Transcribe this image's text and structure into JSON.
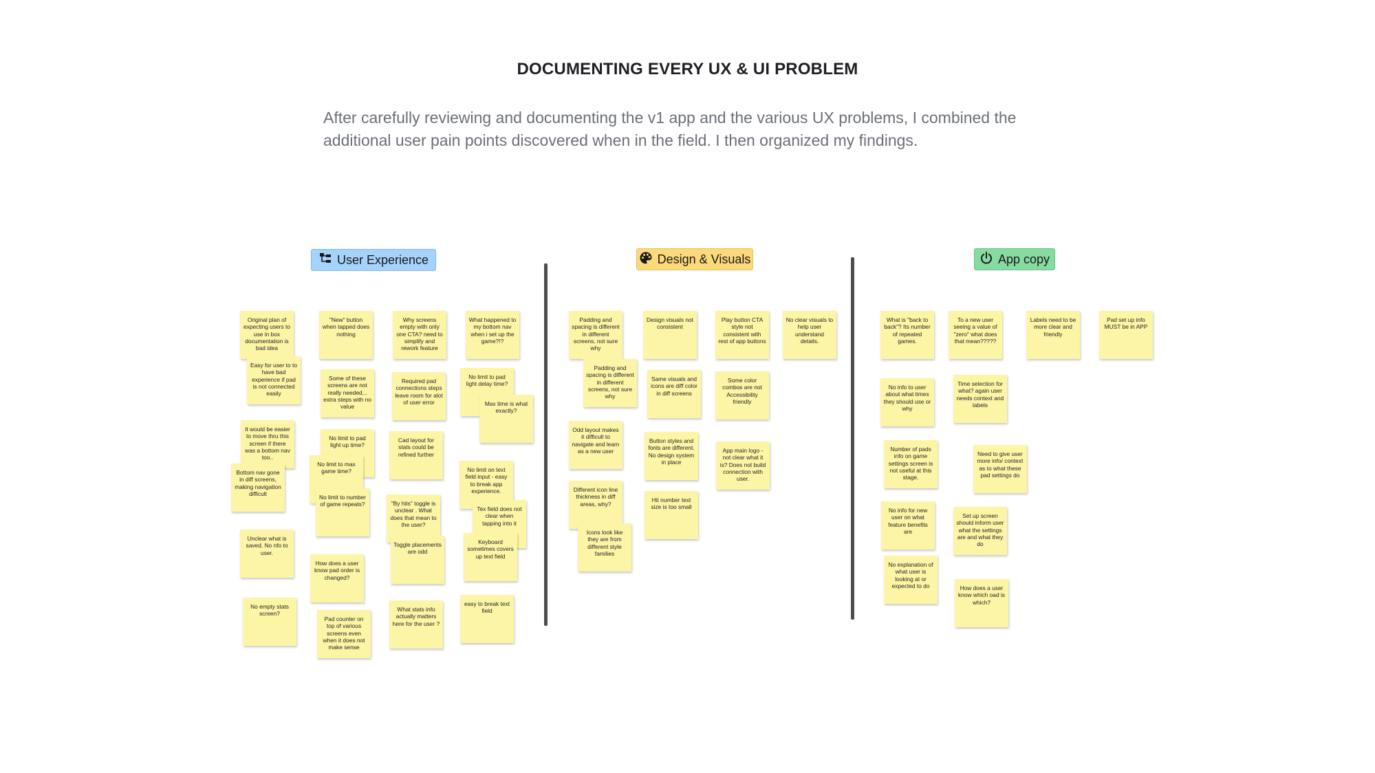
{
  "page": {
    "title": "DOCUMENTING EVERY UX & UI PROBLEM",
    "subtitle": "After carefully reviewing and documenting the v1 app and the various UX problems, I combined the additional user pain points discovered when in the field. I then organized my findings."
  },
  "categories": {
    "ux": {
      "label": "User Experience",
      "icon": "flowchart-icon",
      "color": "#a5d3fb"
    },
    "design": {
      "label": "Design & Visuals",
      "icon": "palette-icon",
      "color": "#fcd97a"
    },
    "copy": {
      "label": "App copy",
      "icon": "power-icon",
      "color": "#87dba1"
    }
  },
  "notes": {
    "ux": [
      "Original plan of expecting users to use in box documentation is bad idea",
      "Easy for user to to have bad experience if pad is not connected easily",
      "It would be easier to move thru this screen if there was a bottom nav too..",
      "Bottom nav gone in diff screens, making navigation difficult",
      "Unclear what is saved. No nfo to user.",
      "No empty stats screen?",
      "\"New\" button when tapped does nothing",
      "Some of these screens are not really needed... extra steps with no value",
      "No limit to pad light up time?",
      "No limit to max game time?",
      "No limit to number of game repeats?",
      "How does a user know pad order is changed?",
      "Pad counter on top of various screens even when it does not make sense",
      "Why screens empty with only one CTA? need to simplify and rework feature",
      "Required pad connections steps leave room for alot of user error",
      "Cad layout for stats could be refined further",
      "\"By hits\" toggle is unclear . What does that mean to the user?",
      "Toggle placements are odd",
      "What stats info actually matters here for the user ?",
      "What happened to my bottom nav when i set up the game?!?",
      "No limit to pad light delay time?",
      "Max time is what exactly?",
      "No limit on text field input - easy to break app experience.",
      "Tex field does not clear when tapping into it",
      "Keyboard sometimes covers up text field",
      "easy to break text field"
    ],
    "design": [
      "Padding and spacing is different in different screens, not sure why",
      "Padding and spacing is different in different screens, not sure why",
      "Odd layout makes it difficult to navigate and learn as a new user",
      "Different icon line thickness in diff areas, why?",
      "Icons look like they are from different style families",
      "Design visuals not consistent",
      "Same visuals and icons are diff color in diff screens",
      "Button styles and fonts are different. No design system in place",
      "Hit number text size is too small",
      "Play button CTA style not consistent with rest of app buttons",
      "Some color combos are not Accessibility friendly",
      "App main logo - not clear what it is? Does not build connection with user.",
      "No clear visuals to help user understand details."
    ],
    "copy": [
      "What is \"back to back\"? Its number of repeated games.",
      "No info to user about what times they should use or why",
      "Number of pads info on game settings screen is not useful at this stage.",
      "No info for new user on what feature benefits are",
      "No explanation of what user is looking at or expected to do",
      "To a new user seeing a value of \"zero\" what does that mean?????",
      "Time selection for what? again user needs context and labels",
      "Need to give user more info/ context as to what these pad settings do",
      "Set up screen should inform user what the settings are and what they do",
      "How does a user know which oad is which?",
      "Labels need to be more clear and friendly",
      "Pad set up info MUST be in APP"
    ]
  }
}
